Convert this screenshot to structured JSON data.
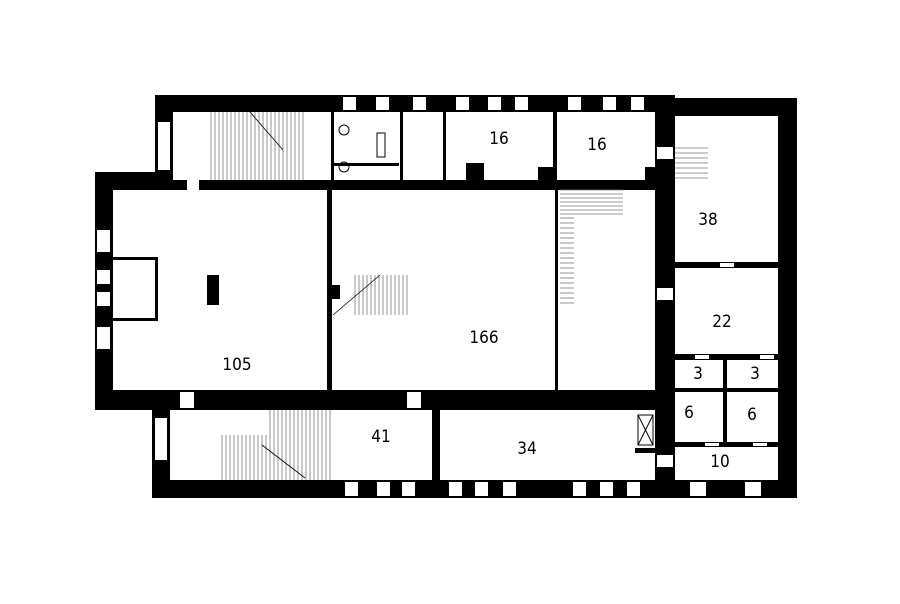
{
  "plan": {
    "rooms": [
      {
        "id": "room-16-a",
        "label": "16"
      },
      {
        "id": "room-16-b",
        "label": "16"
      },
      {
        "id": "room-38",
        "label": "38"
      },
      {
        "id": "room-105",
        "label": "105"
      },
      {
        "id": "room-166",
        "label": "166"
      },
      {
        "id": "room-22",
        "label": "22"
      },
      {
        "id": "room-3-a",
        "label": "3"
      },
      {
        "id": "room-3-b",
        "label": "3"
      },
      {
        "id": "room-6-a",
        "label": "6"
      },
      {
        "id": "room-6-b",
        "label": "6"
      },
      {
        "id": "room-10",
        "label": "10"
      },
      {
        "id": "room-41",
        "label": "41"
      },
      {
        "id": "room-34",
        "label": "34"
      }
    ],
    "colors": {
      "wall": "#000000",
      "background": "#ffffff"
    }
  }
}
